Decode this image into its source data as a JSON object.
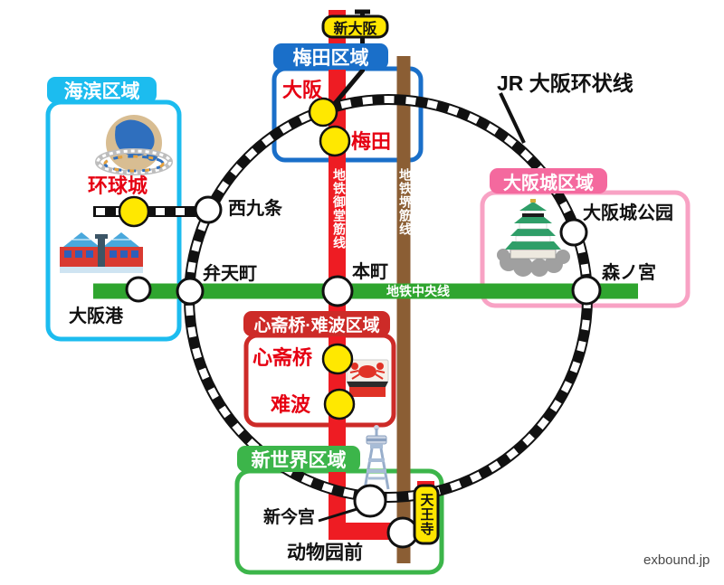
{
  "page": {
    "watermark": "exbound.jp"
  },
  "jr_loop": {
    "label": "JR 大阪环状线",
    "color": "#111111"
  },
  "metro_lines": {
    "midosuji": {
      "label": "地铁御堂筋线",
      "color": "#EE1C23"
    },
    "sakaisuji": {
      "label": "地铁堺筋线",
      "color": "#8B5E34"
    },
    "chuo": {
      "label": "地铁中央线",
      "color": "#2FA52F"
    }
  },
  "terminal_badges": {
    "shin_osaka": {
      "label": "新大阪",
      "color": "#FFE600"
    },
    "tennoji": {
      "label": "天王寺",
      "color": "#FFE600"
    }
  },
  "areas": {
    "seaside": {
      "label": "海滨区域",
      "color": "#1CBCEF",
      "icons": [
        "universal-globe-icon",
        "aquarium-icon"
      ],
      "spots": {
        "universal_city": {
          "label": "环球城",
          "marker": "yellow"
        },
        "osakako": {
          "label": "大阪港",
          "marker": "white"
        }
      }
    },
    "umeda": {
      "label": "梅田区域",
      "color": "#1A6FC9",
      "spots": {
        "osaka": {
          "label": "大阪",
          "marker": "yellow"
        },
        "umeda": {
          "label": "梅田",
          "marker": "yellow"
        }
      }
    },
    "osaka_castle": {
      "label": "大阪城区域",
      "color": "#F4699E",
      "icons": [
        "osaka-castle-icon"
      ],
      "spots": {
        "osakajo_koen": {
          "label": "大阪城公园",
          "marker": "white"
        },
        "morinomiya": {
          "label": "森ノ宮",
          "marker": "white"
        }
      }
    },
    "shinsaibashi_namba": {
      "label": "心斋桥·难波区域",
      "color": "#CD2B28",
      "icons": [
        "crab-sign-icon"
      ],
      "spots": {
        "shinsaibashi": {
          "label": "心斋桥",
          "marker": "yellow"
        },
        "namba": {
          "label": "难波",
          "marker": "yellow"
        }
      }
    },
    "shinsekai": {
      "label": "新世界区域",
      "color": "#3CB54A",
      "icons": [
        "tsutenkaku-tower-icon"
      ],
      "spots": {
        "shin_imamiya": {
          "label": "新今宫",
          "marker": "white"
        },
        "dobutsuen_mae": {
          "label": "动物园前",
          "marker": "white"
        }
      }
    }
  },
  "other_stations": {
    "nishikujo": {
      "label": "西九条",
      "marker": "white"
    },
    "bentencho": {
      "label": "弁天町",
      "marker": "white"
    },
    "hommachi": {
      "label": "本町",
      "marker": "white"
    }
  },
  "marker_colors": {
    "attraction_fill": "#FFE800",
    "station_fill": "#FFFFFF"
  }
}
